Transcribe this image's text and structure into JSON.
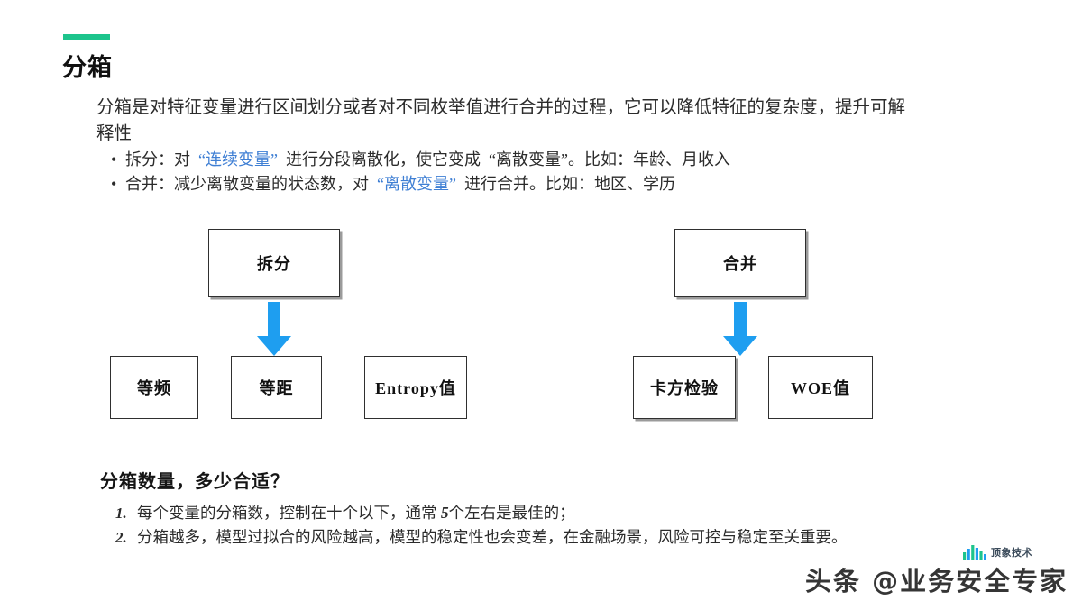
{
  "header": {
    "title": "分箱",
    "accent_color": "#1dc48c"
  },
  "intro": {
    "paragraph": "分箱是对特征变量进行区间划分或者对不同枚举值进行合并的过程，它可以降低特征的复杂度，提升可解释性"
  },
  "bullets": [
    {
      "marker": "•",
      "prefix": "拆分：对",
      "highlight": "“连续变量”",
      "middle": "进行分段离散化，使它变成",
      "quoted": "“离散变量”",
      "suffix": "。比如：年龄、月收入",
      "highlight_color": "#3f7fd4"
    },
    {
      "marker": "•",
      "prefix": "合并：减少离散变量的状态数，对",
      "highlight": "“离散变量”",
      "middle": "进行合并。比如：地区、学历",
      "quoted": "",
      "suffix": "",
      "highlight_color": "#3f7fd4"
    }
  ],
  "diagram": {
    "arrow_color": "#1e9ef0",
    "box_border_color": "#2f2f2f",
    "split_branch": {
      "parent": "拆分",
      "children": [
        "等频",
        "等距",
        "Entropy值"
      ]
    },
    "merge_branch": {
      "parent": "合并",
      "children": [
        "卡方检验",
        "WOE值"
      ]
    }
  },
  "bottom": {
    "heading": "分箱数量，多少合适？",
    "items": [
      {
        "marker": "1.",
        "text_before": "每个变量的分箱数，控制在十个以下，通常",
        "emphasis": "5",
        "text_after": "个左右是最佳的；"
      },
      {
        "marker": "2.",
        "text_before": "分箱越多，模型过拟合的风险越高，模型的稳定性也会变差，在金融场景，风险可控与稳定至关重要。",
        "emphasis": "",
        "text_after": ""
      }
    ]
  },
  "watermarks": {
    "logo_label": "顶象技术",
    "logo_color": "#3a4a5a",
    "toutiao": "头条 @业务安全专家"
  }
}
